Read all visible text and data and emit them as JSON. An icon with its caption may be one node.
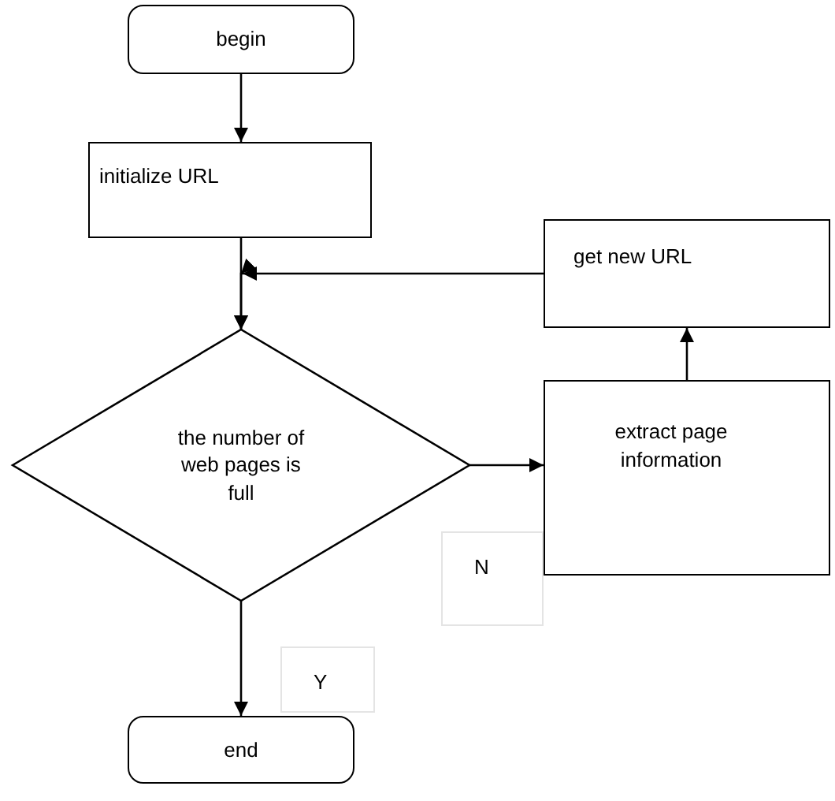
{
  "diagram": {
    "nodes": [
      {
        "text": [
          "begin"
        ]
      },
      {
        "text": [
          "initialize URL"
        ]
      },
      {
        "text": [
          "get new URL"
        ]
      },
      {
        "text": [
          "the number of web pages is full"
        ]
      },
      {
        "text": [
          "extract page information"
        ]
      },
      {
        "text": [
          "end"
        ]
      }
    ],
    "edges": [
      {
        "from": 0,
        "to": 1,
        "arrow": "to"
      },
      {
        "from": 1,
        "to": 3,
        "arrow": "to"
      },
      {
        "from": 3,
        "to": 4,
        "arrow": "to",
        "label": "N"
      },
      {
        "from": 4,
        "to": 2,
        "arrow": "to"
      },
      {
        "from": 2,
        "to": 3,
        "arrow": "to"
      },
      {
        "from": 3,
        "to": 5,
        "arrow": "to",
        "label": "Y"
      }
    ]
  }
}
